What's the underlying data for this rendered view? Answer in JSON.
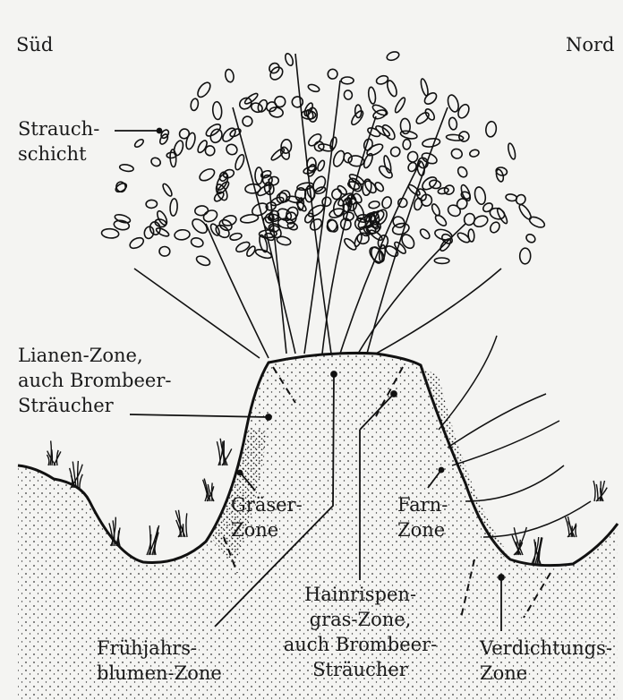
{
  "compass": {
    "south": "Süd",
    "north": "Nord"
  },
  "labels": {
    "strauchschicht": "Strauch-\nschicht",
    "lianen_zone": "Lianen-Zone,\nauch Brombeer-\nSträucher",
    "graeser_zone": "Gräser-\nZone",
    "fruehjahrsblumen_zone": "Frühjahrs-\nblumen-Zone",
    "hainrispengras_zone": "Hainrispen-\ngras-Zone,\nauch Brombeer-\nSträucher",
    "farn_zone": "Farn-\nZone",
    "verdichtungs_zone": "Verdichtungs-\nZone"
  },
  "colors": {
    "ink": "#1a1a1a",
    "paper": "#f4f4f2"
  }
}
